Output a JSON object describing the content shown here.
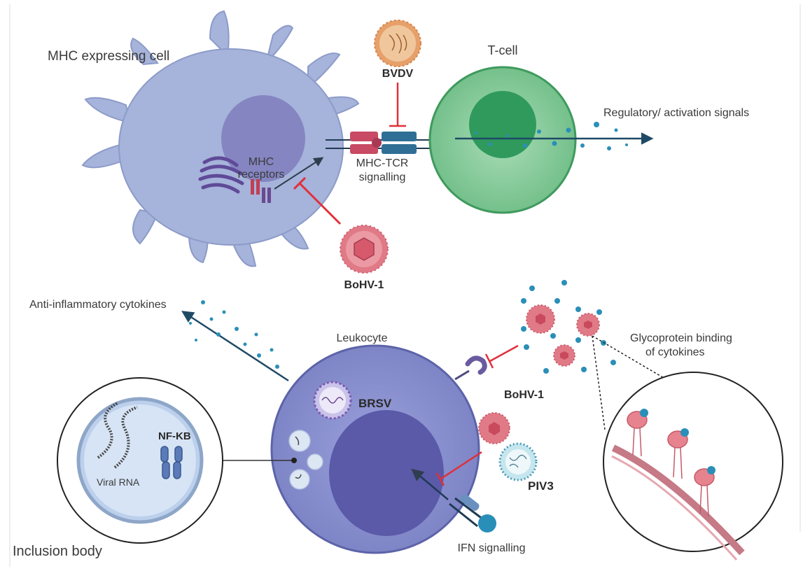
{
  "labels": {
    "mhc_cell": "MHC expressing cell",
    "mhc_receptors_1": "MHC",
    "mhc_receptors_2": "receptors",
    "mhc_tcr_1": "MHC-TCR",
    "mhc_tcr_2": "signalling",
    "t_cell": "T-cell",
    "regulatory": "Regulatory/ activation signals",
    "bvdv": "BVDV",
    "bohv1_top": "BoHV-1",
    "anti_inflammatory": "Anti-inflammatory cytokines",
    "leukocyte": "Leukocyte",
    "brsv": "BRSV",
    "bohv1_bottom": "BoHV-1",
    "piv3": "PIV3",
    "ifn": "IFN signalling",
    "glyco_1": "Glycoprotein binding",
    "glyco_2": "of cytokines",
    "nfkb": "NF-KB",
    "viral_rna": "Viral RNA",
    "inclusion_body": "Inclusion body"
  },
  "colors": {
    "mhc_cell": "#a6b3da",
    "mhc_nucleus": "#8585c2",
    "t_cell_outer": "#7fc796",
    "t_cell_inner": "#2f9a5c",
    "leukocyte": "#8a91d0",
    "leukocyte_nucleus": "#5a5aa8",
    "virus_red": "#e07a86",
    "virus_orange": "#e8a06a",
    "inhibit_red": "#e0303a",
    "cytokine_teal": "#2a8fb8",
    "arrow_dark": "#1f4a66"
  }
}
